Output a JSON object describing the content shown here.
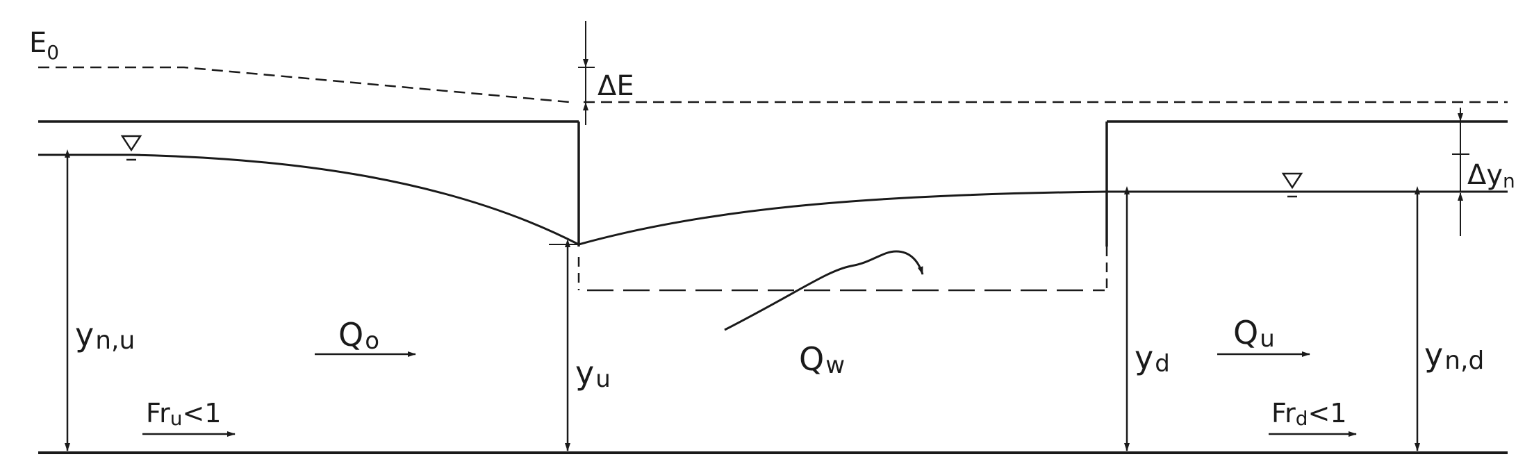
{
  "labels": {
    "energy_level": "E",
    "energy_level_sub": "0",
    "delta_e": "ΔE",
    "delta_yn": "Δy",
    "delta_yn_sub": "n",
    "ynu": "y",
    "ynu_sub": "n,u",
    "yu": "y",
    "yu_sub": "u",
    "yd": "y",
    "yd_sub": "d",
    "ynd": "y",
    "ynd_sub": "n,d",
    "qo": "Q",
    "qo_sub": "o",
    "qu": "Q",
    "qu_sub": "u",
    "qw": "Q",
    "qw_sub": "w",
    "fru": "Fr",
    "fru_sub": "u",
    "fru_rel": "<1",
    "frd": "Fr",
    "frd_sub": "d",
    "frd_rel": "<1"
  }
}
